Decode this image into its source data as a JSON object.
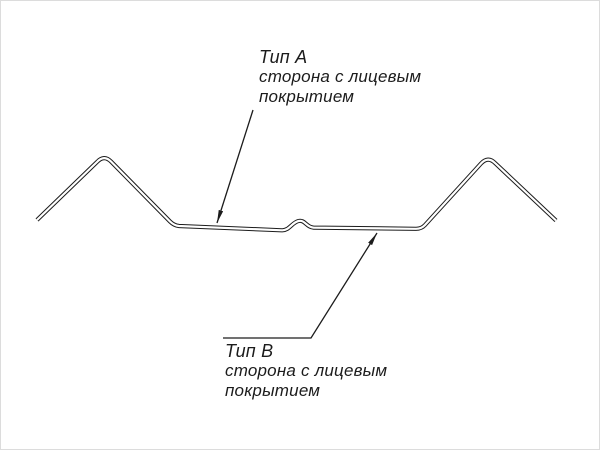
{
  "drawing": {
    "stroke_color": "#1c1c1c",
    "background_color": "#ffffff",
    "subject": "metal-picket-profile-cross-section"
  },
  "labels": {
    "type_a": {
      "title": "Тип А",
      "line1": "сторона с лицевым",
      "line2": "покрытием"
    },
    "type_b": {
      "title": "Тип В",
      "line1": "сторона с лицевым",
      "line2": "покрытием"
    }
  }
}
